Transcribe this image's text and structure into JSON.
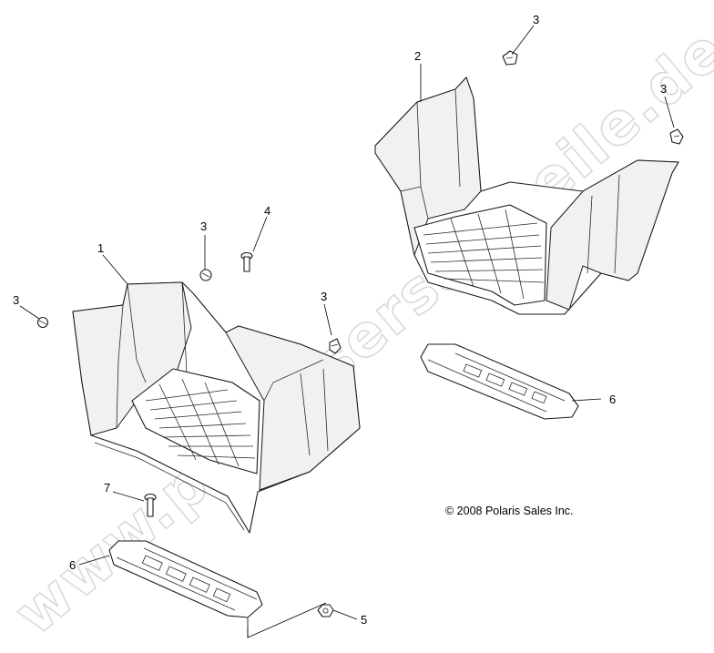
{
  "watermark": "www.polarisersatzteile.de",
  "copyright": "© 2008 Polaris Sales Inc.",
  "callouts": {
    "c1": "1",
    "c2": "2",
    "c3a": "3",
    "c3b": "3",
    "c3c": "3",
    "c3d": "3",
    "c3e": "3",
    "c4": "4",
    "c5": "5",
    "c6a": "6",
    "c6b": "6",
    "c7": "7"
  }
}
